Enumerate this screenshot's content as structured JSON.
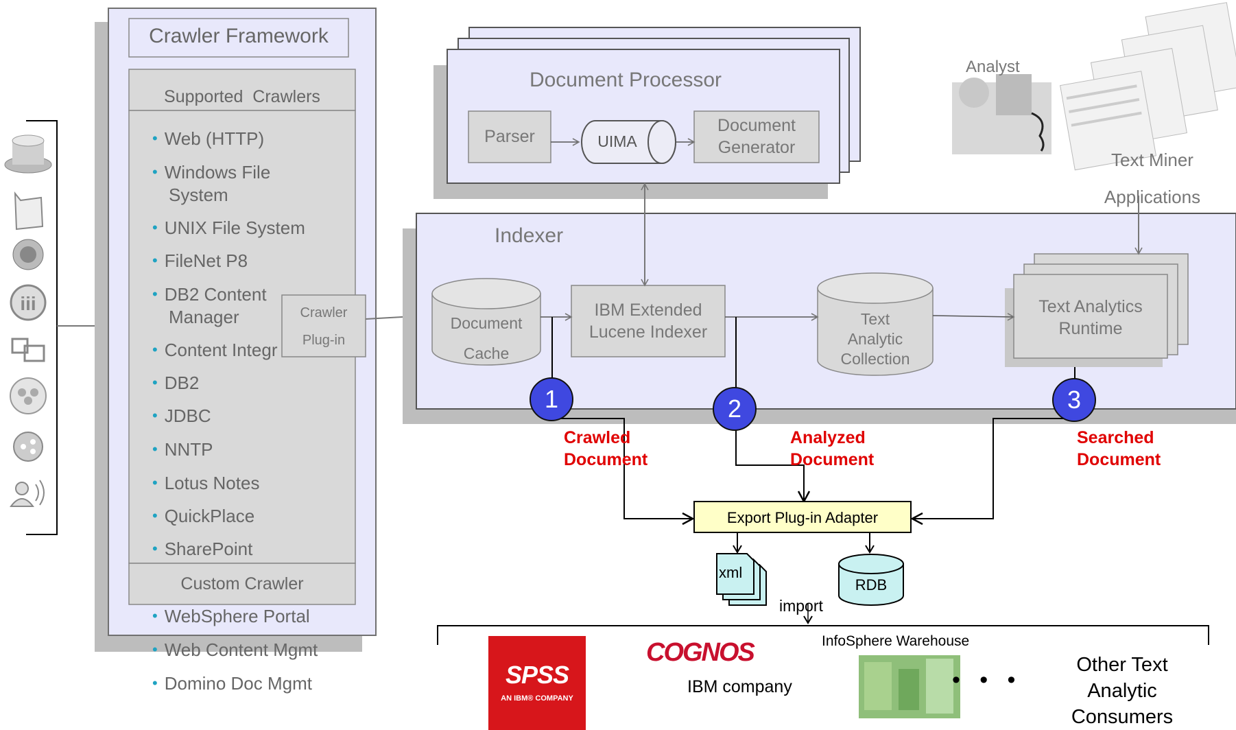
{
  "crawler_framework": {
    "title": "Crawler Framework",
    "supported_title": "Supported  Crawlers",
    "crawlers": [
      "Web (HTTP)",
      "Windows File",
      "System",
      "UNIX File System",
      "FileNet P8",
      "DB2 Content",
      "Manager",
      "Content Integr",
      "DB2",
      "JDBC",
      "NNTP",
      "Lotus Notes",
      "QuickPlace",
      "SharePoint"
    ],
    "custom_title": "Custom Crawler",
    "custom_crawlers": [
      "WebSphere Portal",
      "Web Content Mgmt",
      "Domino Doc Mgmt"
    ],
    "plugin_line1": "Crawler",
    "plugin_line2": "Plug-in"
  },
  "doc_processor": {
    "title": "Document Processor",
    "parser": "Parser",
    "uima": "UIMA",
    "generator_line1": "Document",
    "generator_line2": "Generator"
  },
  "analyst": {
    "label": "Analyst",
    "apps_line1": "Text Miner",
    "apps_line2": "Applications"
  },
  "indexer": {
    "title": "Indexer",
    "cache_line1": "Document",
    "cache_line2": "Cache",
    "lucene_line1": "IBM Extended",
    "lucene_line2": "Lucene Indexer",
    "collection_line1": "Text",
    "collection_line2": "Analytic",
    "collection_line3": "Collection",
    "runtime_line1": "Text Analytics",
    "runtime_line2": "Runtime"
  },
  "steps": [
    {
      "num": "1",
      "line1": "Crawled",
      "line2": "Document"
    },
    {
      "num": "2",
      "line1": "Analyzed",
      "line2": "Document"
    },
    {
      "num": "3",
      "line1": "Searched",
      "line2": "Document"
    }
  ],
  "export": {
    "adapter": "Export Plug-in Adapter",
    "xml": "xml",
    "rdb": "RDB",
    "import": "import"
  },
  "consumers": {
    "spss_logo": "SPSS",
    "spss_sub": "AN IBM® COMPANY",
    "cognos_logo": "COGNOS",
    "cognos_sub": "IBM company",
    "infosphere": "InfoSphere Warehouse",
    "ellipsis": "•   •   •",
    "other_line1": "Other Text",
    "other_line2": "Analytic",
    "other_line3": "Consumers"
  },
  "colors": {
    "panel_fill": "#e8e8fb",
    "panel_border": "#707070",
    "box_fill": "#d9d9d9",
    "adapter_fill": "#ffffc8",
    "step_fill": "#3f48e0",
    "label_red": "#e00000",
    "bullet": "#1fa3c2",
    "spss_red": "#d7161b",
    "cognos_red": "#c8102e"
  }
}
